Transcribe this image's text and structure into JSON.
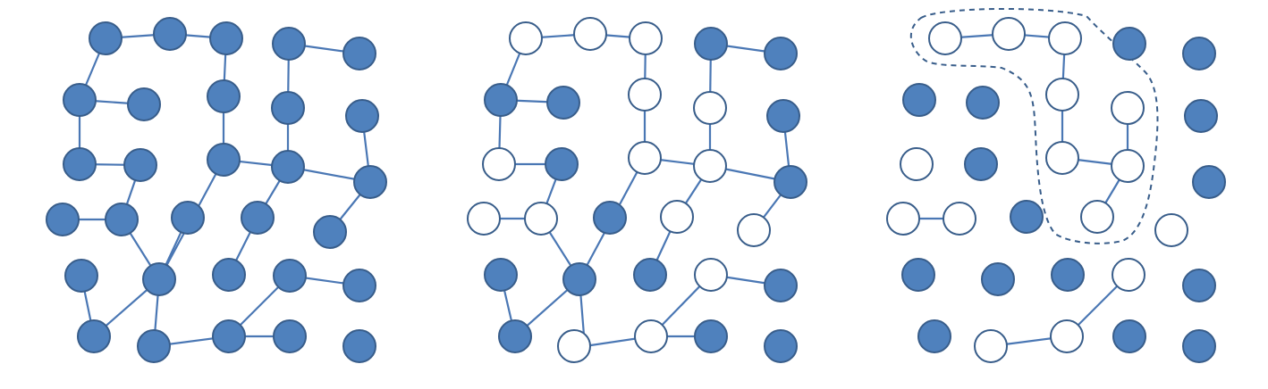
{
  "colors": {
    "filled_node": "#4F81BD",
    "node_stroke": "#385D8A",
    "empty_node_fill": "#FFFFFF",
    "edge": "#4A77B4",
    "outline": "#385D8A"
  },
  "panels": [
    {
      "name": "panel-1",
      "nodes": [
        {
          "id": "a1",
          "state": "filled"
        },
        {
          "id": "a2",
          "state": "filled"
        },
        {
          "id": "a3",
          "state": "filled"
        },
        {
          "id": "a4",
          "state": "filled"
        },
        {
          "id": "a5",
          "state": "filled"
        },
        {
          "id": "a6",
          "state": "filled"
        },
        {
          "id": "a7",
          "state": "filled"
        },
        {
          "id": "a8",
          "state": "filled"
        },
        {
          "id": "a9",
          "state": "filled"
        },
        {
          "id": "a10",
          "state": "filled"
        },
        {
          "id": "a11",
          "state": "filled"
        },
        {
          "id": "a12",
          "state": "filled"
        },
        {
          "id": "a13",
          "state": "filled"
        },
        {
          "id": "a14",
          "state": "filled"
        },
        {
          "id": "a15",
          "state": "filled"
        },
        {
          "id": "a16",
          "state": "filled"
        },
        {
          "id": "a17",
          "state": "filled"
        },
        {
          "id": "a18",
          "state": "filled"
        },
        {
          "id": "a19",
          "state": "filled"
        },
        {
          "id": "a20",
          "state": "filled"
        },
        {
          "id": "a21",
          "state": "filled"
        },
        {
          "id": "a22",
          "state": "filled"
        },
        {
          "id": "a23",
          "state": "filled"
        },
        {
          "id": "a24",
          "state": "filled"
        },
        {
          "id": "a25",
          "state": "filled"
        },
        {
          "id": "a26",
          "state": "filled"
        },
        {
          "id": "a27",
          "state": "filled"
        },
        {
          "id": "a28",
          "state": "filled"
        },
        {
          "id": "a29",
          "state": "filled"
        },
        {
          "id": "a30",
          "state": "filled"
        },
        {
          "id": "a31",
          "state": "filled"
        },
        {
          "id": "a32",
          "state": "filled"
        }
      ],
      "edges": [
        [
          "a1",
          "a2"
        ],
        [
          "a2",
          "a3"
        ],
        [
          "a3",
          "a7"
        ],
        [
          "a7",
          "a11"
        ],
        [
          "a11",
          "a15"
        ],
        [
          "a15",
          "a23"
        ],
        [
          "a23",
          "a22"
        ],
        [
          "a22",
          "a26"
        ],
        [
          "a23",
          "a27"
        ],
        [
          "a27",
          "a28"
        ],
        [
          "a28",
          "a29"
        ],
        [
          "a1",
          "a6"
        ],
        [
          "a6",
          "a10"
        ],
        [
          "a10",
          "a14"
        ],
        [
          "a14",
          "a19"
        ],
        [
          "a19",
          "a18"
        ],
        [
          "a19",
          "a23"
        ],
        [
          "a9",
          "a13"
        ],
        [
          "a13",
          "a12"
        ],
        [
          "a4",
          "a8"
        ],
        [
          "a8",
          "a16"
        ],
        [
          "a4",
          "a5"
        ],
        [
          "a16",
          "a15"
        ],
        [
          "a16",
          "a17"
        ],
        [
          "a16",
          "a21"
        ],
        [
          "a17",
          "a20"
        ],
        [
          "a21",
          "a25"
        ],
        [
          "a26",
          "a27"
        ],
        [
          "a30",
          "a28"
        ],
        [
          "a30",
          "a31"
        ]
      ]
    },
    {
      "name": "panel-2",
      "nodes": [
        {
          "id": "b1",
          "state": "empty"
        },
        {
          "id": "b2",
          "state": "empty"
        },
        {
          "id": "b3",
          "state": "empty"
        },
        {
          "id": "b4",
          "state": "filled"
        },
        {
          "id": "b5",
          "state": "filled"
        },
        {
          "id": "b6",
          "state": "filled"
        },
        {
          "id": "b7",
          "state": "filled"
        },
        {
          "id": "b8",
          "state": "empty"
        },
        {
          "id": "b9",
          "state": "empty"
        },
        {
          "id": "b10",
          "state": "filled"
        },
        {
          "id": "b11",
          "state": "empty"
        },
        {
          "id": "b12",
          "state": "filled"
        },
        {
          "id": "b13",
          "state": "empty"
        },
        {
          "id": "b14",
          "state": "empty"
        },
        {
          "id": "b15",
          "state": "filled"
        },
        {
          "id": "b16",
          "state": "empty"
        },
        {
          "id": "b17",
          "state": "empty"
        },
        {
          "id": "b18",
          "state": "empty"
        },
        {
          "id": "b19",
          "state": "filled"
        },
        {
          "id": "b20",
          "state": "empty"
        },
        {
          "id": "b21",
          "state": "filled"
        },
        {
          "id": "b22",
          "state": "filled"
        },
        {
          "id": "b23",
          "state": "filled"
        },
        {
          "id": "b24",
          "state": "filled"
        },
        {
          "id": "b25",
          "state": "empty"
        },
        {
          "id": "b26",
          "state": "filled"
        },
        {
          "id": "b27",
          "state": "filled"
        },
        {
          "id": "b28",
          "state": "empty"
        },
        {
          "id": "b29",
          "state": "empty"
        },
        {
          "id": "b30",
          "state": "filled"
        },
        {
          "id": "b31",
          "state": "filled"
        }
      ],
      "edges": [
        [
          "b1",
          "b2"
        ],
        [
          "b2",
          "b3"
        ],
        [
          "b3",
          "b8"
        ],
        [
          "b8",
          "b13"
        ],
        [
          "b13",
          "b14"
        ],
        [
          "b14",
          "b15"
        ],
        [
          "b15",
          "b20"
        ],
        [
          "b20",
          "b18"
        ],
        [
          "b1",
          "b6"
        ],
        [
          "b6",
          "b7"
        ],
        [
          "b6",
          "b11"
        ],
        [
          "b11",
          "b10"
        ],
        [
          "b10",
          "b16"
        ],
        [
          "b16",
          "b17"
        ],
        [
          "b16",
          "b23"
        ],
        [
          "b23",
          "b22"
        ],
        [
          "b23",
          "b26"
        ],
        [
          "b23",
          "b29"
        ],
        [
          "b4",
          "b5"
        ],
        [
          "b4",
          "b9"
        ],
        [
          "b9",
          "b14"
        ],
        [
          "b19",
          "b23"
        ],
        [
          "b13",
          "b19"
        ],
        [
          "b17",
          "b18"
        ],
        [
          "b24",
          "b25"
        ],
        [
          "b25",
          "b28"
        ],
        [
          "b28",
          "b29"
        ],
        [
          "b29",
          "b30"
        ],
        [
          "b25",
          "b27"
        ],
        [
          "b27",
          "b21"
        ]
      ]
    },
    {
      "name": "panel-3",
      "nodes": [
        {
          "id": "c1",
          "state": "empty"
        },
        {
          "id": "c2",
          "state": "empty"
        },
        {
          "id": "c3",
          "state": "empty"
        },
        {
          "id": "c4",
          "state": "filled"
        },
        {
          "id": "c5",
          "state": "filled"
        },
        {
          "id": "c6",
          "state": "filled"
        },
        {
          "id": "c7",
          "state": "filled"
        },
        {
          "id": "c8",
          "state": "empty"
        },
        {
          "id": "c9",
          "state": "empty"
        },
        {
          "id": "c10",
          "state": "filled"
        },
        {
          "id": "c11",
          "state": "empty"
        },
        {
          "id": "c12",
          "state": "filled"
        },
        {
          "id": "c13",
          "state": "empty"
        },
        {
          "id": "c14",
          "state": "empty"
        },
        {
          "id": "c15",
          "state": "filled"
        },
        {
          "id": "c16",
          "state": "empty"
        },
        {
          "id": "c17",
          "state": "filled"
        },
        {
          "id": "c18",
          "state": "empty"
        },
        {
          "id": "c19",
          "state": "empty"
        },
        {
          "id": "c20",
          "state": "filled"
        },
        {
          "id": "c21",
          "state": "filled"
        },
        {
          "id": "c22",
          "state": "filled"
        },
        {
          "id": "c23",
          "state": "empty"
        },
        {
          "id": "c24",
          "state": "filled"
        },
        {
          "id": "c25",
          "state": "filled"
        },
        {
          "id": "c26",
          "state": "empty"
        },
        {
          "id": "c27",
          "state": "empty"
        },
        {
          "id": "c28",
          "state": "filled"
        },
        {
          "id": "c29",
          "state": "filled"
        }
      ],
      "edges": [
        [
          "c1",
          "c2"
        ],
        [
          "c2",
          "c3"
        ],
        [
          "c3",
          "c8"
        ],
        [
          "c8",
          "c13"
        ],
        [
          "c13",
          "c14"
        ],
        [
          "c9",
          "c14"
        ],
        [
          "c14",
          "c16"
        ],
        [
          "c18",
          "c19"
        ],
        [
          "c26",
          "c27"
        ],
        [
          "c27",
          "c23"
        ]
      ],
      "dashed_outline": true
    }
  ]
}
